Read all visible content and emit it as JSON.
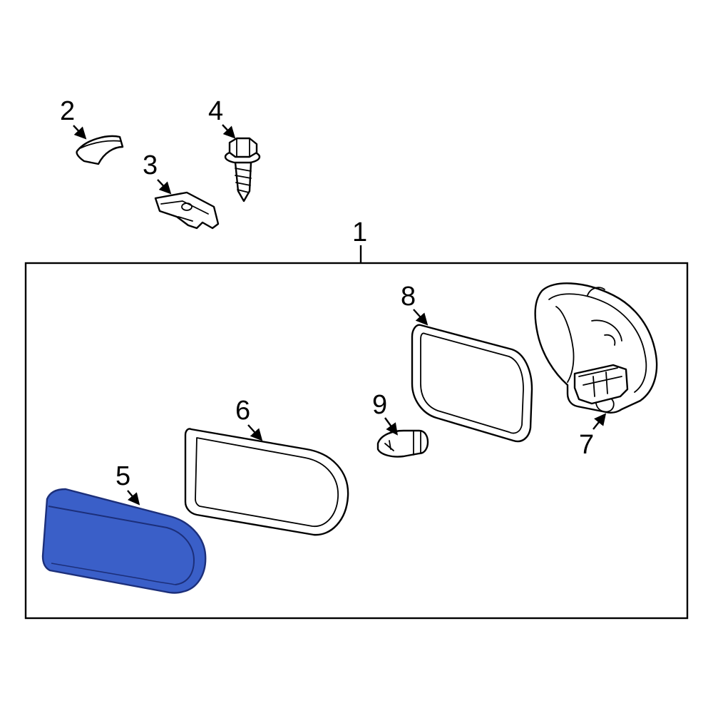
{
  "callouts": {
    "c1": "1",
    "c2": "2",
    "c3": "3",
    "c4": "4",
    "c5": "5",
    "c6": "6",
    "c7": "7",
    "c8": "8",
    "c9": "9"
  },
  "colors": {
    "highlight_fill": "#3a5fc8",
    "highlight_stroke": "#1c2f7a",
    "line": "#000000"
  },
  "highlighted_part": "5"
}
